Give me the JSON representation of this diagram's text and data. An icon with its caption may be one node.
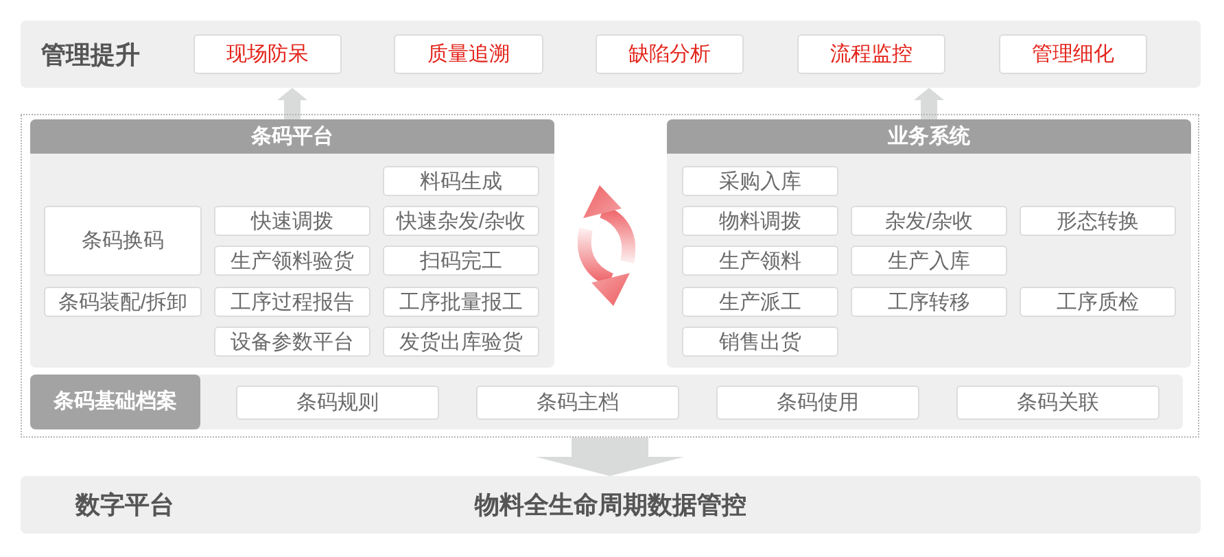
{
  "diagram": {
    "nodes": [
      {
        "text": [
          "管理提升"
        ]
      },
      {
        "text": [
          "现场防呆"
        ],
        "in": 0
      },
      {
        "text": [
          "质量追溯"
        ],
        "in": 0
      },
      {
        "text": [
          "缺陷分析"
        ],
        "in": 0
      },
      {
        "text": [
          "流程监控"
        ],
        "in": 0
      },
      {
        "text": [
          "管理细化"
        ],
        "in": 0
      },
      {
        "text": [],
        "shape": "box"
      },
      {
        "text": [
          "条码平台"
        ],
        "in": 6
      },
      {
        "text": [
          "料码生成"
        ],
        "in": 7
      },
      {
        "text": [
          "条码换码"
        ],
        "in": 7
      },
      {
        "text": [
          "快速调拨"
        ],
        "in": 7
      },
      {
        "text": [
          "快速杂发/杂收"
        ],
        "in": 7
      },
      {
        "text": [
          "生产领料验货"
        ],
        "in": 7
      },
      {
        "text": [
          "扫码完工"
        ],
        "in": 7
      },
      {
        "text": [
          "条码装配/拆卸"
        ],
        "in": 7
      },
      {
        "text": [
          "工序过程报告"
        ],
        "in": 7
      },
      {
        "text": [
          "工序批量报工"
        ],
        "in": 7
      },
      {
        "text": [
          "设备参数平台"
        ],
        "in": 7
      },
      {
        "text": [
          "发货出库验货"
        ],
        "in": 7
      },
      {
        "text": [
          "业务系统"
        ],
        "in": 6
      },
      {
        "text": [
          "采购入库"
        ],
        "in": 19
      },
      {
        "text": [
          "物料调拨"
        ],
        "in": 19
      },
      {
        "text": [
          "杂发/杂收"
        ],
        "in": 19
      },
      {
        "text": [
          "形态转换"
        ],
        "in": 19
      },
      {
        "text": [
          "生产领料"
        ],
        "in": 19
      },
      {
        "text": [
          "生产入库"
        ],
        "in": 19
      },
      {
        "text": [
          "生产派工"
        ],
        "in": 19
      },
      {
        "text": [
          "工序转移"
        ],
        "in": 19
      },
      {
        "text": [
          "工序质检"
        ],
        "in": 19
      },
      {
        "text": [
          "销售出货"
        ],
        "in": 19
      },
      {
        "text": [
          "条码基础档案"
        ],
        "in": 6
      },
      {
        "text": [
          "条码规则"
        ],
        "in": 30
      },
      {
        "text": [
          "条码主档"
        ],
        "in": 30
      },
      {
        "text": [
          "条码使用"
        ],
        "in": 30
      },
      {
        "text": [
          "条码关联"
        ],
        "in": 30
      },
      {
        "text": [
          "数字平台",
          "物料全生命周期数据管控"
        ]
      }
    ],
    "edges": [
      {
        "from": 7,
        "to": 0,
        "arrow": "to"
      },
      {
        "from": 19,
        "to": 0,
        "arrow": "to"
      },
      {
        "from": 6,
        "to": 35,
        "arrow": "to",
        "style": "thick"
      }
    ]
  }
}
